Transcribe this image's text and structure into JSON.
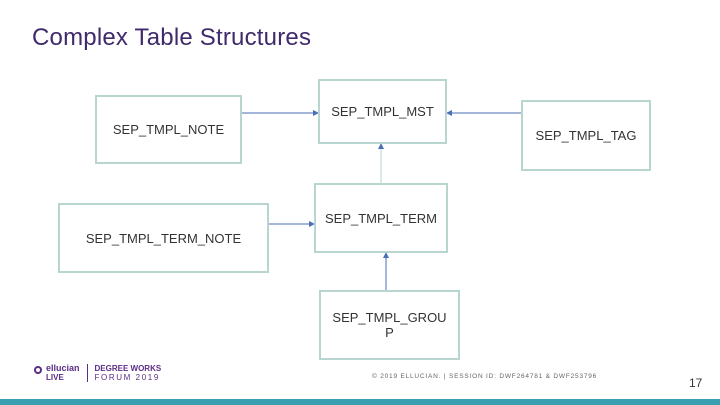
{
  "slide": {
    "title": "Complex Table Structures",
    "page_number": "17"
  },
  "diagram": {
    "nodes": {
      "note": "SEP_TMPL_NOTE",
      "mst": "SEP_TMPL_MST",
      "tag": "SEP_TMPL_TAG",
      "term_note": "SEP_TMPL_TERM_NOTE",
      "term": "SEP_TMPL_TERM",
      "group": "SEP_TMPL_GROU\nP"
    },
    "edges": [
      {
        "from": "SEP_TMPL_NOTE",
        "to": "SEP_TMPL_MST"
      },
      {
        "from": "SEP_TMPL_TAG",
        "to": "SEP_TMPL_MST"
      },
      {
        "from": "SEP_TMPL_TERM",
        "to": "SEP_TMPL_MST"
      },
      {
        "from": "SEP_TMPL_TERM_NOTE",
        "to": "SEP_TMPL_TERM"
      },
      {
        "from": "SEP_TMPL_GROUP",
        "to": "SEP_TMPL_TERM"
      }
    ],
    "colors": {
      "box_border": "#b8d5cf",
      "arrow": "#4a6fb5"
    }
  },
  "footer": {
    "logo": {
      "ellucian": "ellucian",
      "live": "LIVE",
      "degree_works": "DEGREE WORKS",
      "forum": "FORUM 2019"
    },
    "copyright": "© 2019 ELLUCIAN. | SESSION ID: DWF264781 & DWF253796",
    "bar_color": "#3a9fb0"
  }
}
